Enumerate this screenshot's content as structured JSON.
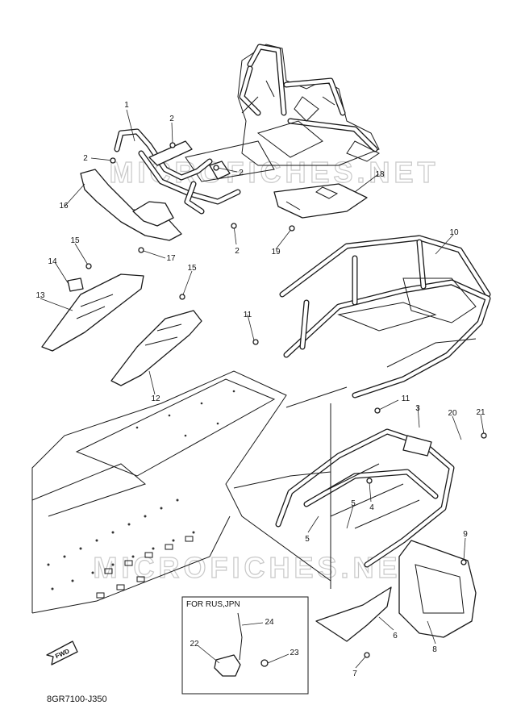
{
  "diagram_code": "8GR7100-J350",
  "fwd_label": "FWD",
  "inset_title": "FOR RUS,JPN",
  "watermark": "MICROFICHES.NET",
  "callouts": [
    {
      "id": "c1",
      "label": "1"
    },
    {
      "id": "c2a",
      "label": "2"
    },
    {
      "id": "c2b",
      "label": "2"
    },
    {
      "id": "c2c",
      "label": "2"
    },
    {
      "id": "c2d",
      "label": "2"
    },
    {
      "id": "c3",
      "label": "3"
    },
    {
      "id": "c4",
      "label": "4"
    },
    {
      "id": "c5a",
      "label": "5"
    },
    {
      "id": "c5b",
      "label": "5"
    },
    {
      "id": "c6",
      "label": "6"
    },
    {
      "id": "c7",
      "label": "7"
    },
    {
      "id": "c8",
      "label": "8"
    },
    {
      "id": "c9",
      "label": "9"
    },
    {
      "id": "c10",
      "label": "10"
    },
    {
      "id": "c11a",
      "label": "11"
    },
    {
      "id": "c11b",
      "label": "11"
    },
    {
      "id": "c12",
      "label": "12"
    },
    {
      "id": "c13",
      "label": "13"
    },
    {
      "id": "c14",
      "label": "14"
    },
    {
      "id": "c15a",
      "label": "15"
    },
    {
      "id": "c15b",
      "label": "15"
    },
    {
      "id": "c16",
      "label": "16"
    },
    {
      "id": "c17",
      "label": "17"
    },
    {
      "id": "c18",
      "label": "18"
    },
    {
      "id": "c19",
      "label": "19"
    },
    {
      "id": "c20",
      "label": "20"
    },
    {
      "id": "c21",
      "label": "21"
    },
    {
      "id": "c22",
      "label": "22"
    },
    {
      "id": "c23",
      "label": "23"
    },
    {
      "id": "c24",
      "label": "24"
    }
  ]
}
